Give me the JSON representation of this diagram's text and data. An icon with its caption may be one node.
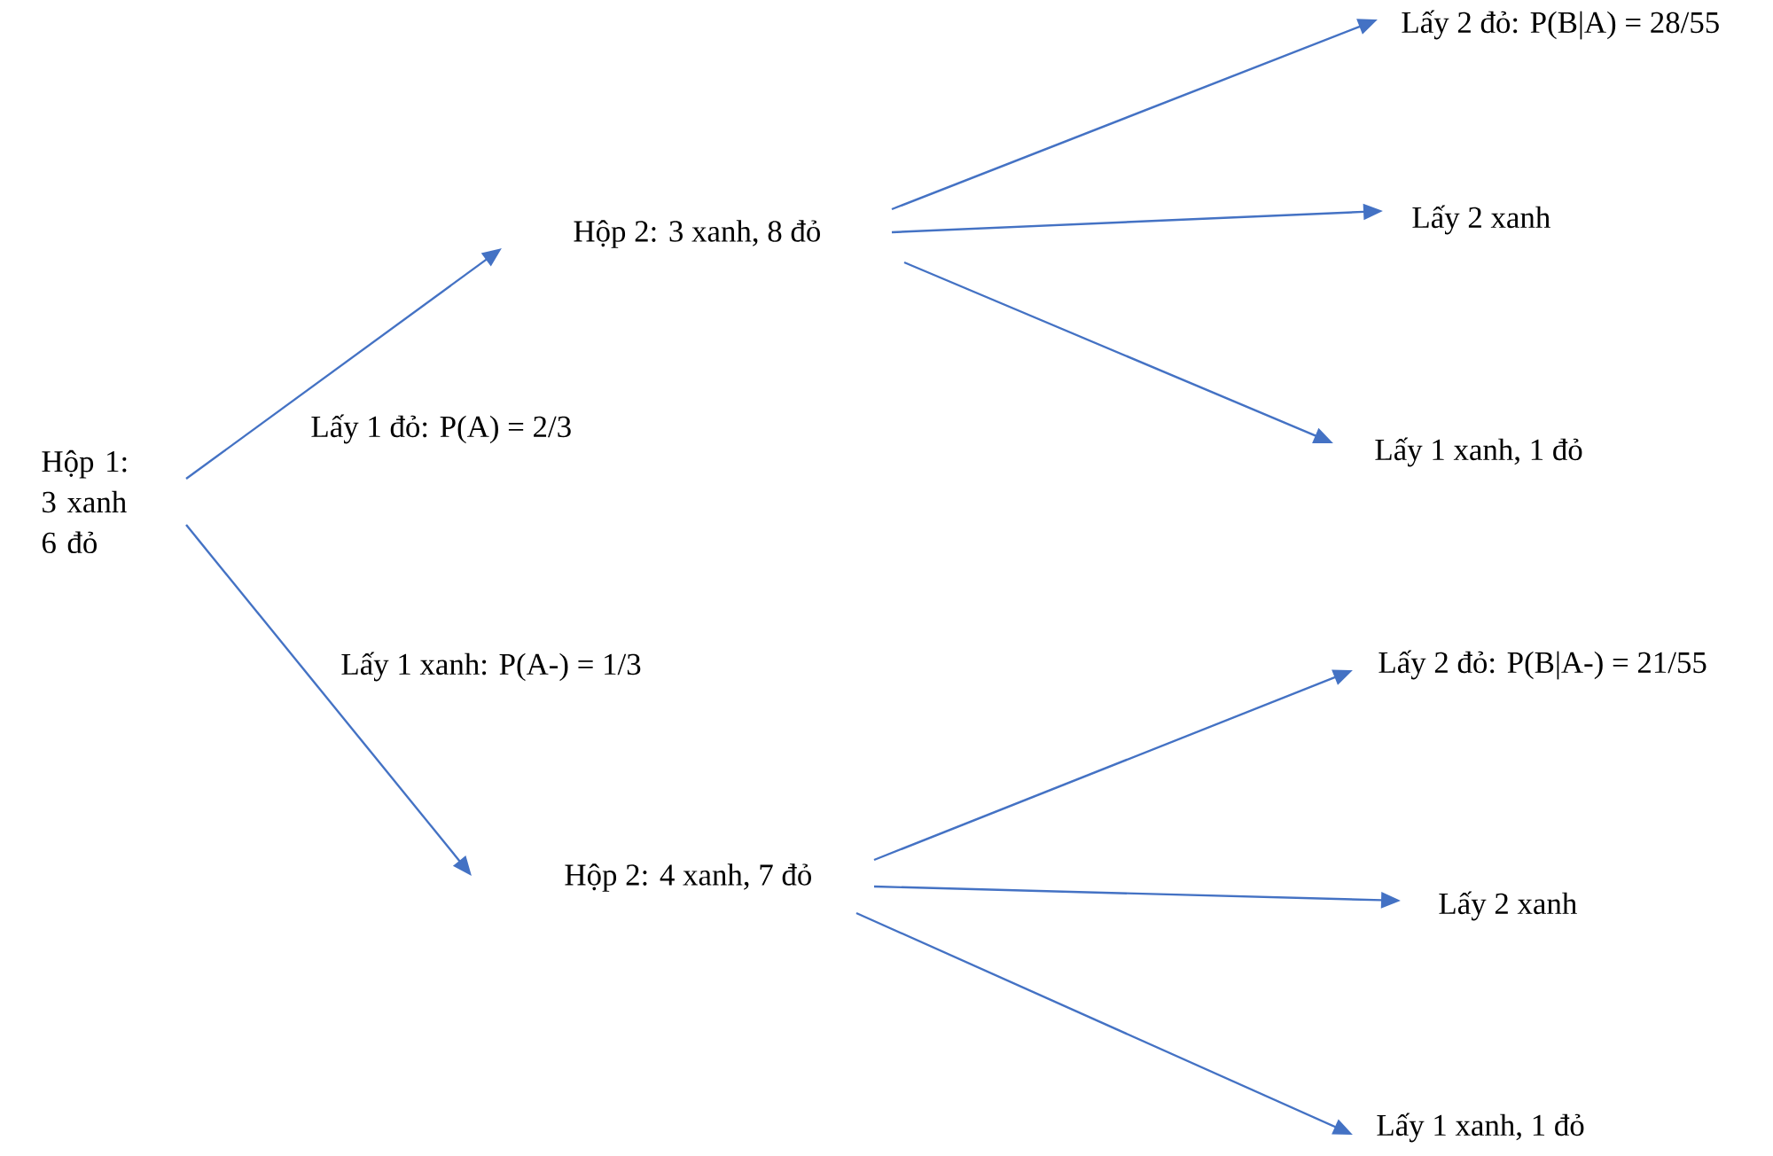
{
  "diagram": {
    "nodes": [
      {
        "text": [
          "Hộp 1: 3 xanh 6 đỏ"
        ]
      },
      {
        "text": [
          "Hộp 2: 3 xanh, 8 đỏ"
        ]
      },
      {
        "text": [
          "Lấy 2 đỏ: P(B|A) = 28/55"
        ]
      },
      {
        "text": [
          "Lấy 2 xanh"
        ]
      },
      {
        "text": [
          "Lấy 1 xanh, 1 đỏ"
        ]
      },
      {
        "text": [
          "Hộp 2: 4 xanh, 7 đỏ"
        ]
      },
      {
        "text": [
          "Lấy 2 đỏ: P(B|A-) = 21/55"
        ]
      },
      {
        "text": [
          "Lấy 2 xanh"
        ]
      },
      {
        "text": [
          "Lấy 1 xanh, 1 đỏ"
        ]
      }
    ],
    "edges": [
      {
        "from": 0,
        "to": 1,
        "arrow": "to",
        "label": "Lấy 1 đỏ: P(A) = 2/3"
      },
      {
        "from": 1,
        "to": 2,
        "arrow": "to"
      },
      {
        "from": 1,
        "to": 3,
        "arrow": "to"
      },
      {
        "from": 1,
        "to": 4,
        "arrow": "to"
      },
      {
        "from": 0,
        "to": 5,
        "arrow": "to",
        "label": "Lấy 1 xanh: P(A-) = 1/3"
      },
      {
        "from": 5,
        "to": 6,
        "arrow": "to"
      },
      {
        "from": 5,
        "to": 7,
        "arrow": "to"
      },
      {
        "from": 5,
        "to": 8,
        "arrow": "to"
      }
    ]
  }
}
